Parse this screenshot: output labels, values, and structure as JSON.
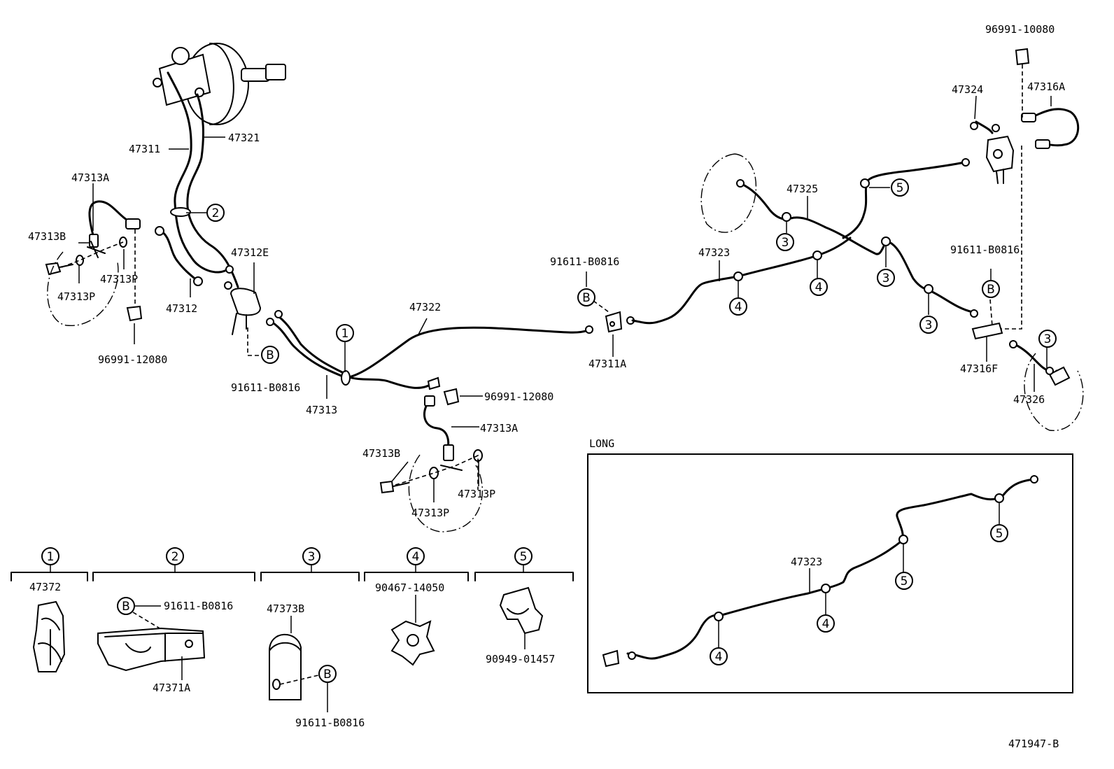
{
  "part_labels": {
    "p47311": "47311",
    "p47321": "47321",
    "p47313A_left": "47313A",
    "p47313B_left": "47313B",
    "p47313P_left_a": "47313P",
    "p47313P_left_b": "47313P",
    "p96991_12080_left": "96991-12080",
    "p47312": "47312",
    "p47312E": "47312E",
    "p91611_B0816_left": "91611-B0816",
    "p47313": "47313",
    "p47322": "47322",
    "p96991_12080_mid": "96991-12080",
    "p47313A_mid": "47313A",
    "p47313B_mid": "47313B",
    "p47313P_mid_a": "47313P",
    "p47313P_mid_b": "47313P",
    "p91611_B0816_mid": "91611-B0816",
    "p47311A": "47311A",
    "p47323": "47323",
    "p47325": "47325",
    "p96991_10080": "96991-10080",
    "p47324": "47324",
    "p47316A": "47316A",
    "p91611_B0816_right": "91611-B0816",
    "p47316F": "47316F",
    "p47326": "47326"
  },
  "callouts": {
    "c1": "1",
    "c2": "2",
    "c3a": "3",
    "c3b": "3",
    "c3c": "3",
    "c3d": "3",
    "c4a": "4",
    "c4b": "4",
    "c5a": "5",
    "bLeft": "B",
    "bMid": "B",
    "bRight": "B"
  },
  "long_box": {
    "title": "LONG",
    "part": "47323",
    "c4a": "4",
    "c4b": "4",
    "c5a": "5",
    "c5b": "5"
  },
  "legend": {
    "items": [
      {
        "num": "1",
        "part": "47372"
      },
      {
        "num": "2",
        "part": "47371A",
        "bolt": "91611-B0816",
        "b": "B"
      },
      {
        "num": "3",
        "part": "47373B",
        "bolt": "91611-B0816",
        "b": "B"
      },
      {
        "num": "4",
        "part": "90467-14050"
      },
      {
        "num": "5",
        "part": "90949-01457"
      }
    ]
  },
  "figure_id": "471947-B"
}
